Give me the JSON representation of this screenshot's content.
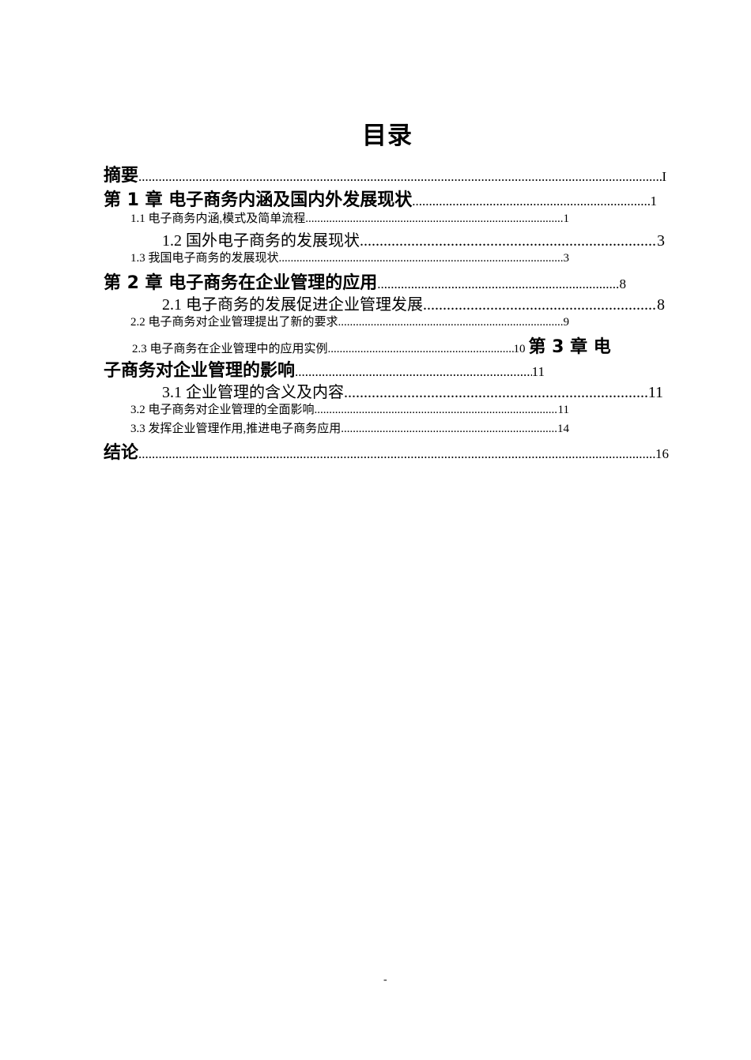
{
  "document": {
    "title": "目录",
    "toc": [
      {
        "label": "摘要",
        "page": "I",
        "level": 1
      },
      {
        "label": "第 1 章 电子商务内涵及国内外发展现状",
        "page": "1",
        "level": 1
      },
      {
        "label": "1.1 电子商务内涵,模式及简单流程",
        "page": "1",
        "level": 2
      },
      {
        "label": "1.2 国外电子商务的发展现状",
        "page": "3",
        "level": 2
      },
      {
        "label": "1.3 我国电子商务的发展现状",
        "page": "3",
        "level": 2
      },
      {
        "label": "第 2 章 电子商务在企业管理的应用",
        "page": "8",
        "level": 1
      },
      {
        "label": "2.1 电子商务的发展促进企业管理发展",
        "page": "8",
        "level": 2
      },
      {
        "label": "2.2 电子商务对企业管理提出了新的要求",
        "page": "9",
        "level": 2
      },
      {
        "label": "2.3 电子商务在企业管理中的应用实例",
        "page": "10",
        "level": 2
      },
      {
        "label": "第 3 章  电子商务对企业管理的影响",
        "label_part1": "第 3 章  电",
        "label_part2": "子商务对企业管理的影响",
        "page": "11",
        "level": 1
      },
      {
        "label": "3.1 企业管理的含义及内容",
        "page": "11",
        "level": 2
      },
      {
        "label": "3.2 电子商务对企业管理的全面影响",
        "page": "11",
        "level": 2
      },
      {
        "label": "3.3 发挥企业管理作用,推进电子商务应用",
        "page": "14",
        "level": 2
      },
      {
        "label": "结论",
        "page": "16",
        "level": 1
      }
    ],
    "footer": "-"
  }
}
